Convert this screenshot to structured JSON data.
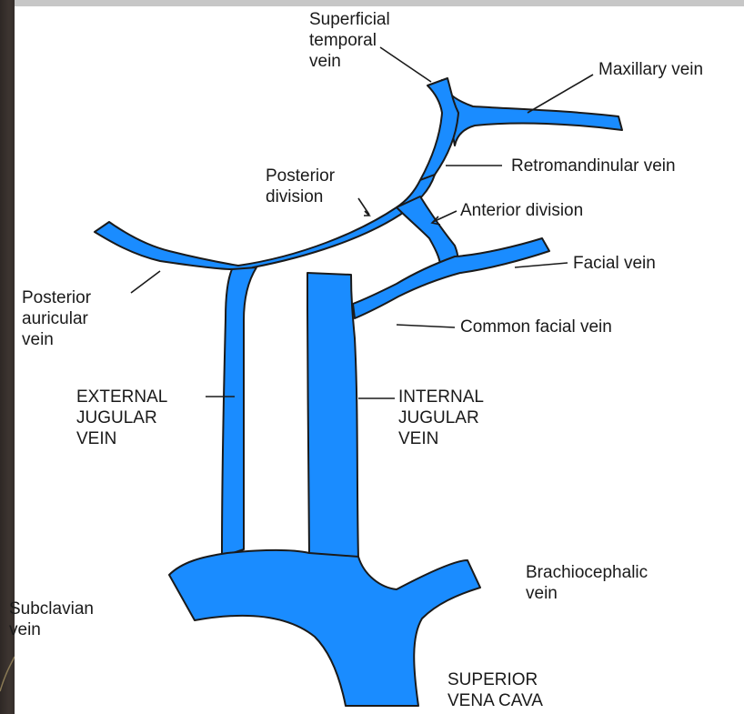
{
  "labels": {
    "superficial_temporal": "Superficial\ntemporal\nvein",
    "maxillary": "Maxillary vein",
    "retromandibular": "Retromandinular vein",
    "posterior_division": "Posterior\ndivision",
    "anterior_division": "Anterior division",
    "facial": "Facial vein",
    "posterior_auricular": "Posterior\nauricular\nvein",
    "common_facial": "Common facial vein",
    "external_jugular": "EXTERNAL\nJUGULAR\nVEIN",
    "internal_jugular": "INTERNAL\nJUGULAR\nVEIN",
    "brachiocephalic": "Brachiocephalic\nvein",
    "subclavian": "Subclavian\nvein",
    "superior_vena_cava": "SUPERIOR\nVENA CAVA"
  },
  "colors": {
    "vein": "#1a8cff",
    "outline": "#1a1a1a",
    "background": "#ffffff"
  }
}
